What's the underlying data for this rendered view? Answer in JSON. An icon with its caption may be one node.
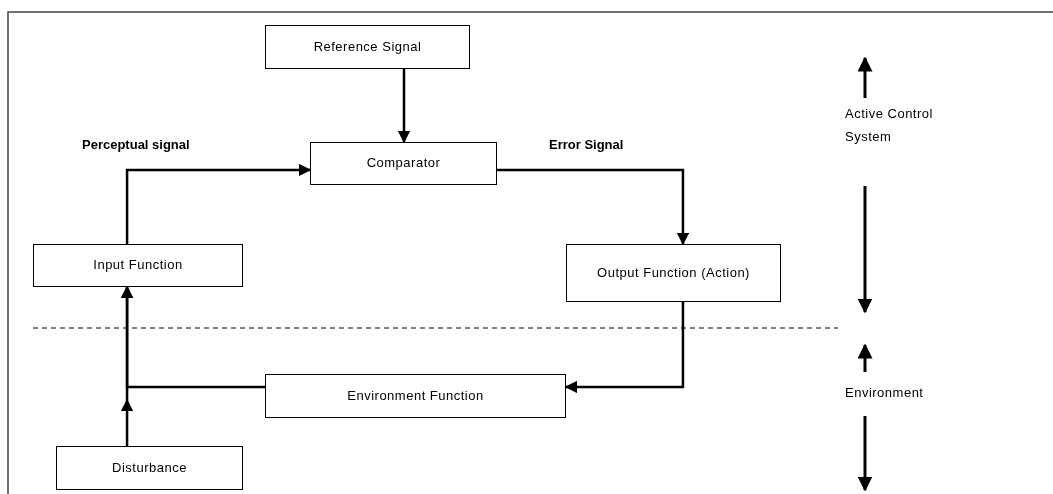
{
  "diagram": {
    "nodes": [
      {
        "text": [
          "Reference Signal"
        ]
      },
      {
        "text": [
          "Comparator"
        ]
      },
      {
        "text": [
          "Input Function"
        ]
      },
      {
        "text": [
          "Output Function (Action)"
        ]
      },
      {
        "text": [
          "Environment Function"
        ]
      },
      {
        "text": [
          "Disturbance"
        ]
      }
    ],
    "edges": [
      {
        "from": 0,
        "to": 1,
        "arrow": "to"
      },
      {
        "from": 2,
        "to": 1,
        "arrow": "to",
        "label": "Perceptual signal"
      },
      {
        "from": 1,
        "to": 3,
        "arrow": "to",
        "label": "Error Signal"
      },
      {
        "from": 3,
        "to": 4,
        "arrow": "to"
      },
      {
        "from": 4,
        "to": 2,
        "arrow": "to"
      },
      {
        "from": 5,
        "to": 2,
        "arrow": "to"
      }
    ],
    "labels": [
      "Active Control System",
      "Environment"
    ]
  }
}
